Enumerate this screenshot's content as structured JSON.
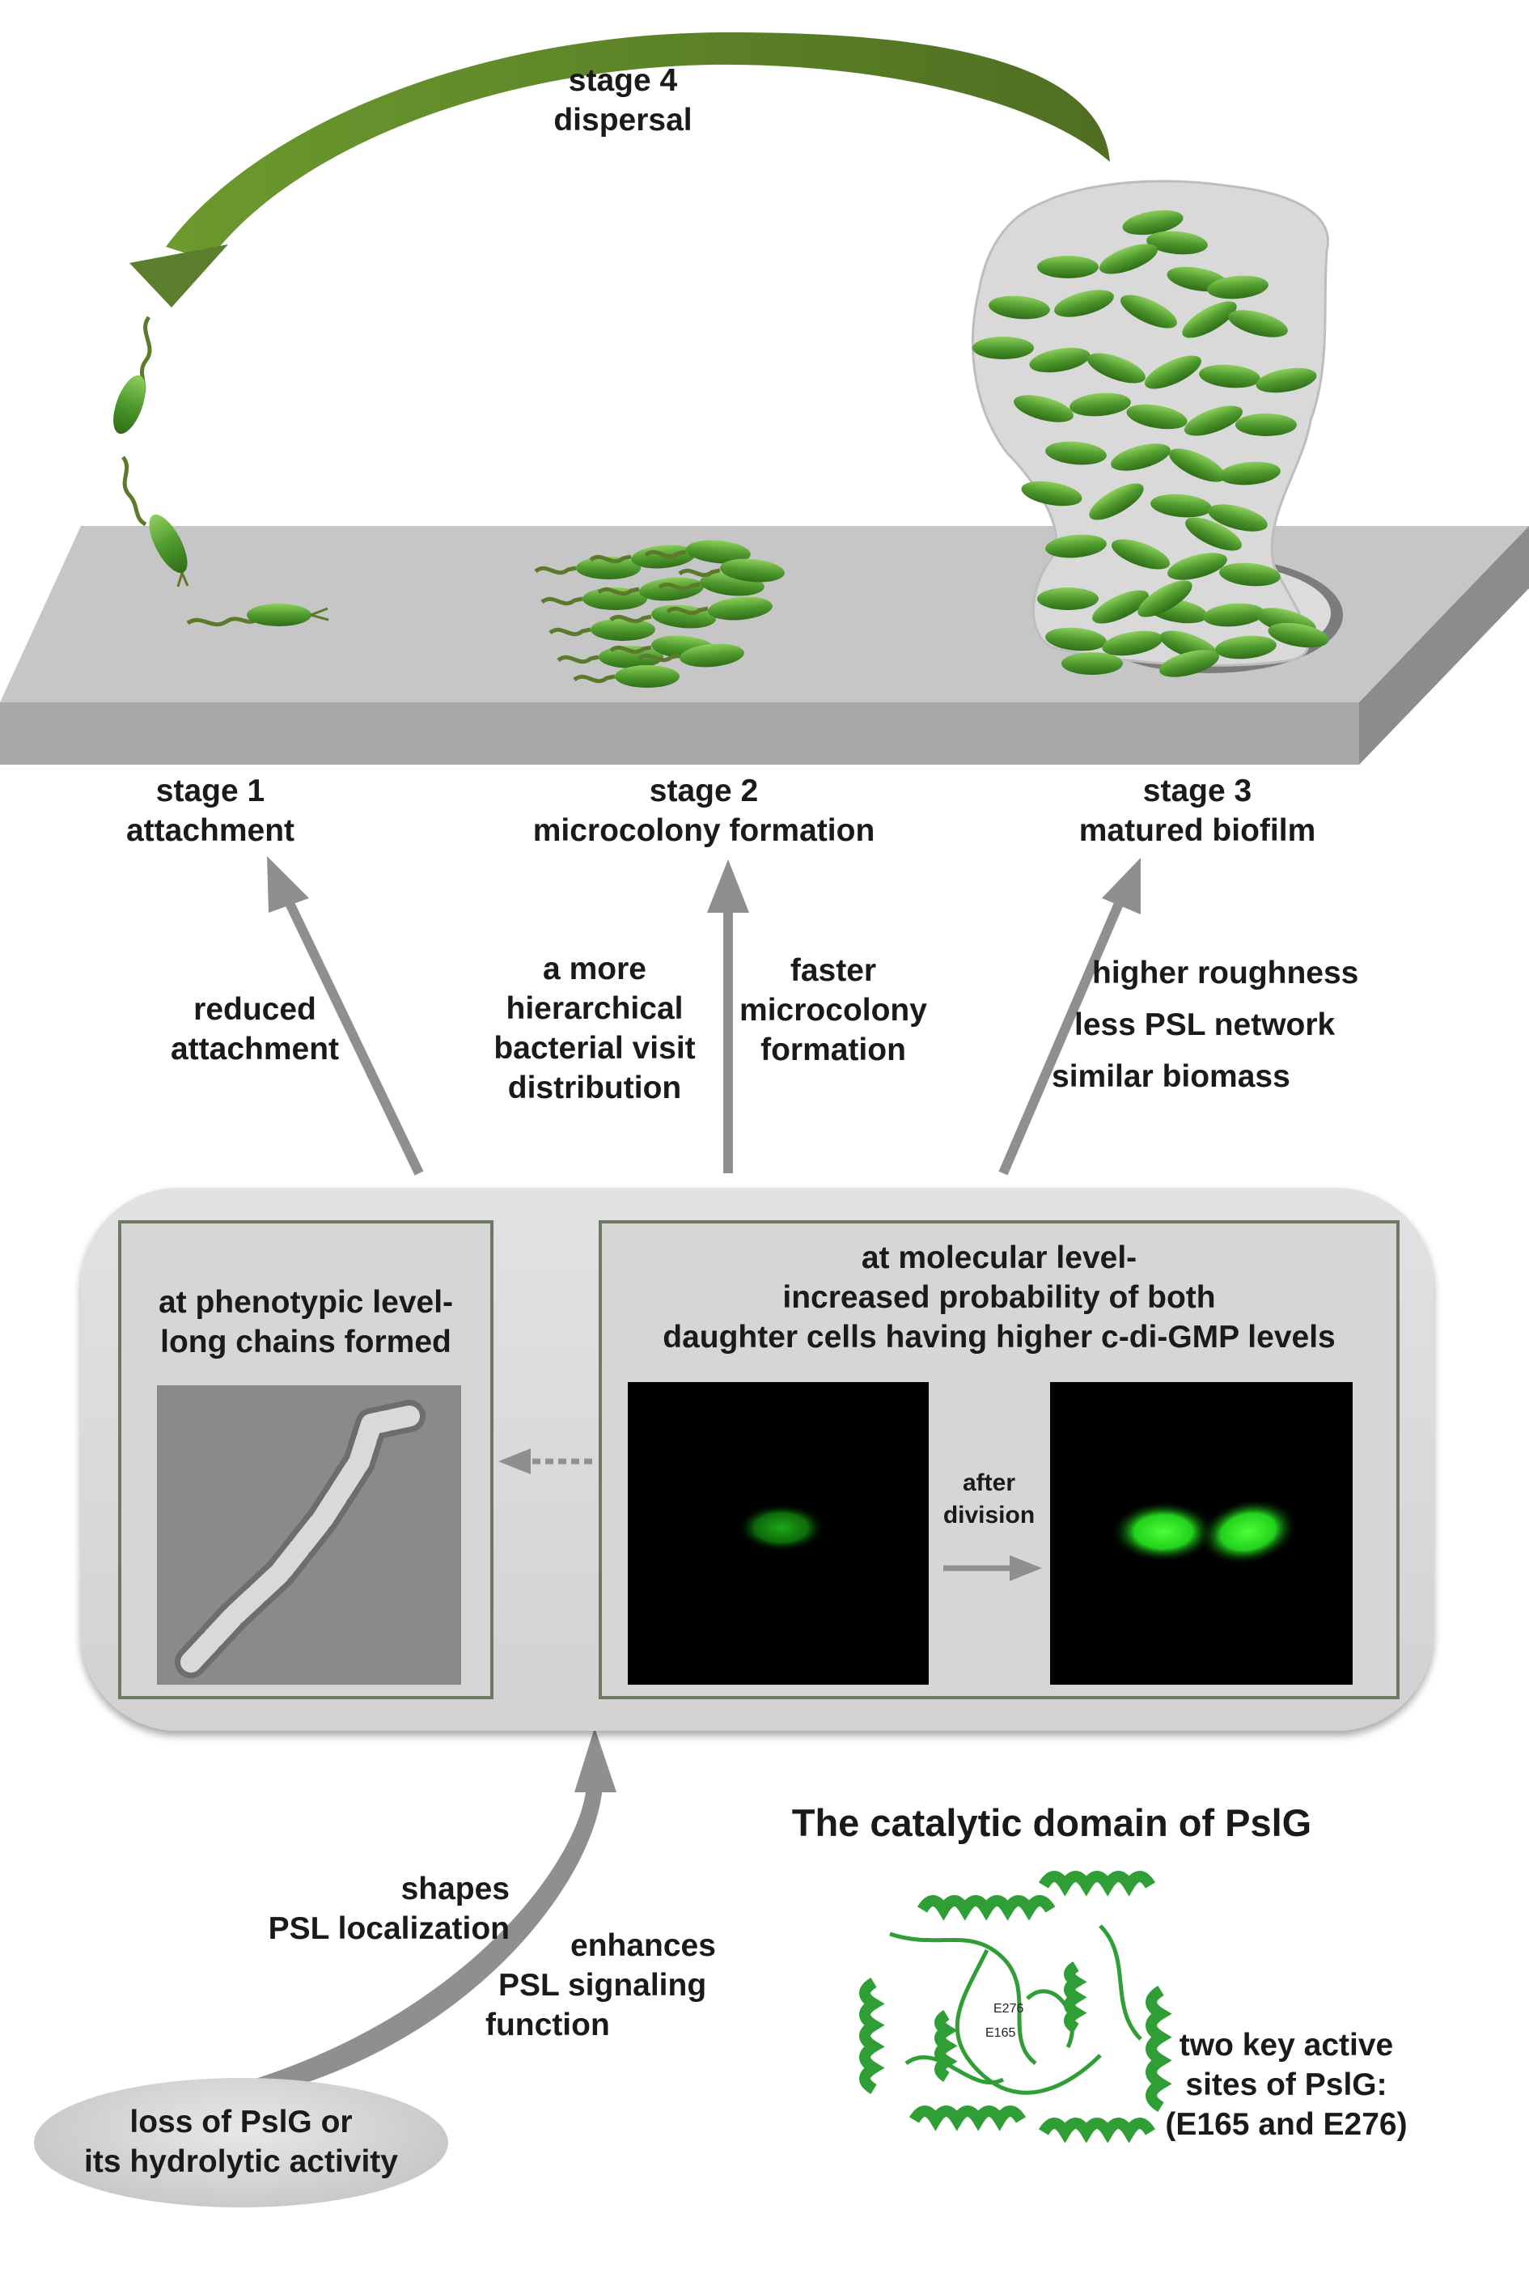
{
  "stage4": {
    "line1": "stage 4",
    "line2": "dispersal"
  },
  "stage1": {
    "line1": "stage 1",
    "line2": "attachment"
  },
  "stage2": {
    "line1": "stage 2",
    "line2": "microcolony formation"
  },
  "stage3": {
    "line1": "stage 3",
    "line2": "matured biofilm"
  },
  "effects": {
    "attachment": [
      "reduced",
      "attachment"
    ],
    "distribution": [
      "a more",
      "hierarchical",
      "bacterial visit",
      "distribution"
    ],
    "microcolony": [
      "faster",
      "microcolony",
      "formation"
    ],
    "biofilm": [
      "higher roughness",
      "less PSL network",
      "similar biomass"
    ]
  },
  "phenotypic": {
    "line1": "at phenotypic level-",
    "line2": "long chains formed"
  },
  "molecular": {
    "line1": "at molecular level-",
    "line2": "increased probability of both",
    "line3": "daughter cells having higher c-di-GMP levels"
  },
  "after_division": {
    "line1": "after",
    "line2": "division"
  },
  "psl_effects": {
    "shapes": [
      "shapes",
      "PSL localization"
    ],
    "enhances": [
      "enhances",
      "PSL signaling",
      "function"
    ]
  },
  "loss": {
    "line1": "loss of PslG or",
    "line2": "its hydrolytic activity"
  },
  "catalytic_title": "The catalytic domain of PslG",
  "active_sites": {
    "line1": "two key active",
    "line2": "sites of PslG:",
    "line3": "(E165 and E276)"
  },
  "residues": {
    "e276": "E276",
    "e165": "E165"
  },
  "colors": {
    "bacteria": "#4f9a2e",
    "arrow_green": "#5b7f2c",
    "arrow_gray": "#8f8f8f",
    "protein": "#2f9e35",
    "fluor": "#22e81e"
  }
}
